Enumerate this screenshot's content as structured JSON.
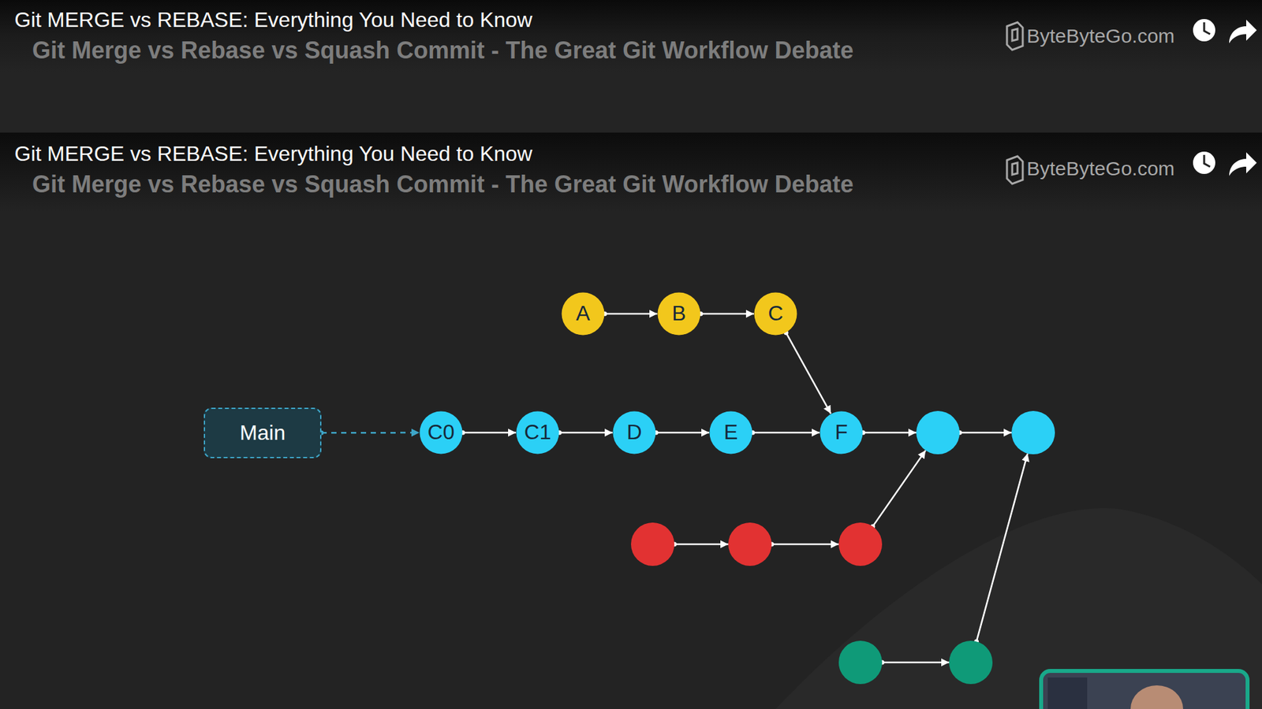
{
  "diagram": {
    "nodes": [
      {
        "text": [
          "A"
        ]
      },
      {
        "text": [
          "B"
        ]
      },
      {
        "text": [
          "C"
        ]
      },
      {
        "text": [
          "Main"
        ]
      },
      {
        "text": [
          "C0"
        ]
      },
      {
        "text": [
          "C1"
        ]
      },
      {
        "text": [
          "D"
        ]
      },
      {
        "text": [
          "E"
        ]
      },
      {
        "text": [
          "F"
        ]
      }
    ],
    "edges": [
      {
        "from": 0,
        "to": 1,
        "arrow": "to"
      },
      {
        "from": 1,
        "to": 2,
        "arrow": "to"
      },
      {
        "from": 2,
        "to": 8,
        "arrow": "to"
      },
      {
        "from": 3,
        "to": 4,
        "arrow": "to"
      },
      {
        "from": 4,
        "to": 5,
        "arrow": "to"
      },
      {
        "from": 5,
        "to": 6,
        "arrow": "to"
      },
      {
        "from": 6,
        "to": 7,
        "arrow": "to"
      },
      {
        "from": 7,
        "to": 8,
        "arrow": "to"
      }
    ],
    "labels": [
      "Git MERGE vs REBASE: Everything You Need to Know",
      "Git Merge vs Rebase vs Squash Commit - The Great Git Workflow Debate",
      "ByteByteGo.com",
      "Git MERGE vs REBASE: Everything You Need to Know",
      "Git Merge vs Rebase vs Squash Commit - The Great Git Workflow Debate",
      "ByteByteGo.com"
    ]
  }
}
